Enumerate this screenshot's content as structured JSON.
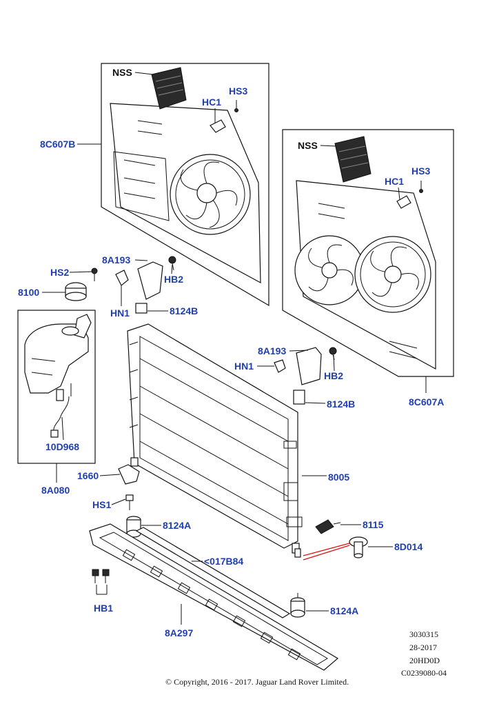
{
  "callouts": {
    "nss_a": "NSS",
    "hc1_a": "HC1",
    "hs3_a": "HS3",
    "fan_b": "8C607B",
    "nss_b": "NSS",
    "hc1_b": "HC1",
    "hs3_b": "HS3",
    "bracket_a": "8A193",
    "hb2_a": "HB2",
    "hs2": "HS2",
    "reservoir_cap": "8100",
    "hn1_a": "HN1",
    "mount_upper_a": "8124B",
    "bracket_b": "8A193",
    "hn1_b": "HN1",
    "hb2_b": "HB2",
    "mount_upper_b": "8124B",
    "fan_a": "8C607A",
    "sensor_hose": "10D968",
    "radiator": "8005",
    "clip": "1660",
    "reservoir": "8A080",
    "hs1": "HS1",
    "mount_lower_a": "8124A",
    "sensor": "8115",
    "drain_plug": "8D014",
    "seal": "<017B84",
    "hb1": "HB1",
    "mount_lower_b": "8124A",
    "carrier": "8A297"
  },
  "info_block": {
    "line1": "3030315",
    "line2": "28-2017",
    "line3": "20HD0D",
    "line4": "C0239080-04"
  },
  "copyright": "© Copyright, 2016 - 2017. Jaguar Land Rover Limited."
}
